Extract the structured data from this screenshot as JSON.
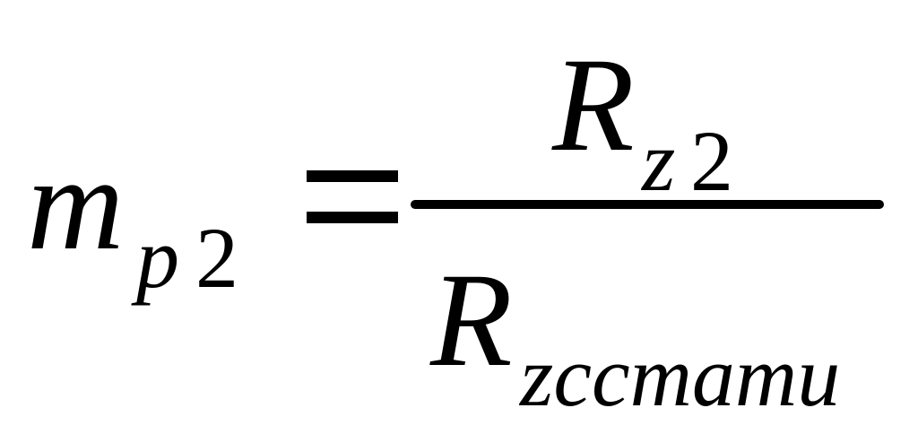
{
  "formula": {
    "lhs": {
      "base": "m",
      "subscript_var": "p",
      "subscript_num": "2"
    },
    "equals": "=",
    "numerator": {
      "base": "R",
      "subscript_var": "z",
      "subscript_num": "2"
    },
    "denominator": {
      "base": "R",
      "subscript": "zccmamu"
    }
  }
}
